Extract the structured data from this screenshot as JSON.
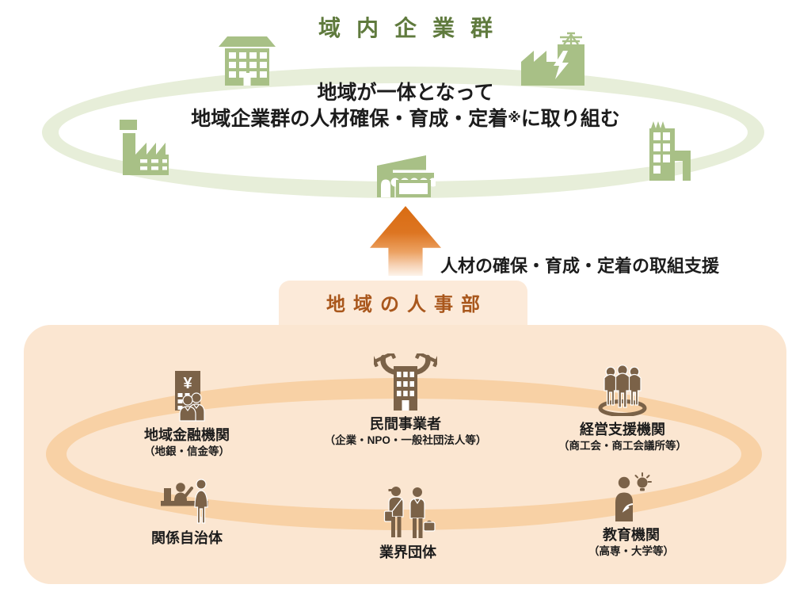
{
  "colors": {
    "green_title": "#5f7a3d",
    "green_ring": "#e7eed9",
    "green_icon": "#a8c086",
    "arrow_orange": "#d96c12",
    "tab_text_brown": "#a9571c",
    "panel_peach": "#fbe6d1",
    "orange_ring": "#f8d1a5",
    "brown_icon": "#7b6248",
    "text_black": "#1c1c1c"
  },
  "top_section": {
    "title": "域内企業群",
    "message_line1": "地域が一体となって",
    "message_line2_prefix": "地域企業群の人材確保・育成・定着",
    "note_mark": "※",
    "message_line2_suffix": "に取り組む",
    "icons": [
      "office-building-icon",
      "power-plant-icon",
      "factory-icon",
      "shop-icon",
      "city-building-icon"
    ]
  },
  "arrow": {
    "label": "人材の確保・育成・定着の取組支援",
    "direction": "up"
  },
  "hr_section": {
    "tab_title": "地域の人事部",
    "members": [
      {
        "name": "地域金融機関",
        "subtitle": "（地銀・信金等）",
        "icon": "bank-icon"
      },
      {
        "name": "民間事業者",
        "subtitle": "（企業・NPO・一般社団法人等）",
        "icon": "strong-company-icon"
      },
      {
        "name": "経営支援機関",
        "subtitle": "（商工会・商工会議所等）",
        "icon": "people-group-icon"
      },
      {
        "name": "関係自治体",
        "subtitle": "",
        "icon": "counter-icon"
      },
      {
        "name": "業界団体",
        "subtitle": "",
        "icon": "businessmen-icon"
      },
      {
        "name": "教育機関",
        "subtitle": "（高専・大学等）",
        "icon": "idea-person-icon"
      }
    ]
  }
}
